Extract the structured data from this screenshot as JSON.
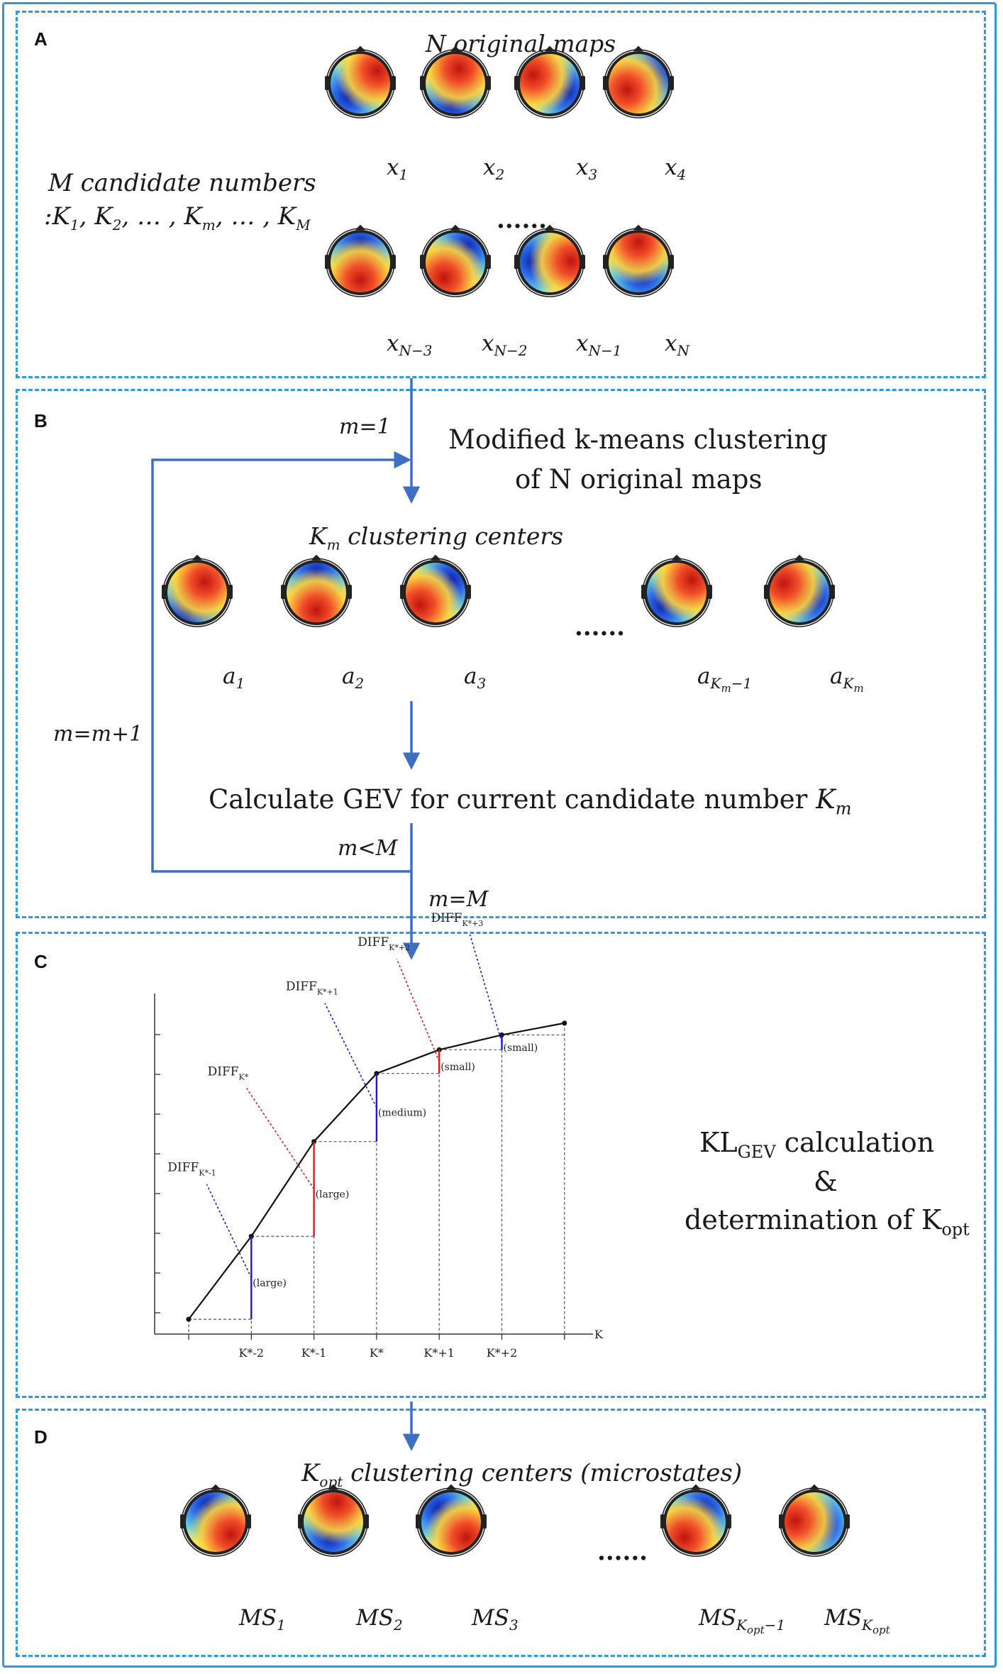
{
  "panels": {
    "a": {
      "label": "A",
      "title": "N original maps",
      "candidates_line1": "M candidate numbers",
      "candidates_line2": ":K",
      "cand_subs": [
        "1",
        "2",
        "m",
        "M"
      ],
      "ellipsis": "......",
      "top_maps": [
        {
          "base": "x",
          "sub": "1"
        },
        {
          "base": "x",
          "sub": "2"
        },
        {
          "base": "x",
          "sub": "3"
        },
        {
          "base": "x",
          "sub": "4"
        }
      ],
      "bottom_maps": [
        {
          "base": "x",
          "sub": "N−3"
        },
        {
          "base": "x",
          "sub": "N−2"
        },
        {
          "base": "x",
          "sub": "N−1"
        },
        {
          "base": "x",
          "sub": "N"
        }
      ]
    },
    "b": {
      "label": "B",
      "init": "m=1",
      "clustering_line1": "Modified k-means clustering",
      "clustering_line2": "of N original maps",
      "centers_base": "K",
      "centers_sub": "m",
      "centers_rest": " clustering centers",
      "ellipsis": "......",
      "maps": [
        {
          "base": "a",
          "sub": "1"
        },
        {
          "base": "a",
          "sub": "2"
        },
        {
          "base": "a",
          "sub": "3"
        },
        {
          "base": "a",
          "sub": "K",
          "subsub": "m",
          "tail": "−1"
        },
        {
          "base": "a",
          "sub": "K",
          "subsub": "m",
          "tail": ""
        }
      ],
      "loop_label": "m=m+1",
      "gev_text": "Calculate GEV for current candidate number ",
      "gev_base": "K",
      "gev_sub": "m",
      "cond_less": "m<M",
      "cond_equal": "m=M"
    },
    "c": {
      "label": "C",
      "kl_base": "KL",
      "kl_sub": "GEV",
      "kl_rest": " calculation",
      "amp": "&",
      "det_text": "determination of K",
      "det_sub": "opt"
    },
    "d": {
      "label": "D",
      "title_base": "K",
      "title_sub": "opt",
      "title_rest": " clustering centers (microstates)",
      "ellipsis": "......",
      "maps": [
        {
          "base": "MS",
          "sub": "1"
        },
        {
          "base": "MS",
          "sub": "2"
        },
        {
          "base": "MS",
          "sub": "3"
        },
        {
          "base": "MS",
          "sub": "K",
          "subsub": "opt",
          "tail": "−1"
        },
        {
          "base": "MS",
          "sub": "K",
          "subsub": "opt",
          "tail": ""
        }
      ]
    }
  },
  "chart_data": {
    "type": "line",
    "xlabel": "K",
    "x_tick_labels": [
      "K*-2",
      "K*-1",
      "K*",
      "K*+1",
      "K*+2"
    ],
    "x": [
      0,
      1,
      2,
      3,
      4,
      5,
      6
    ],
    "y": [
      0.5,
      3.3,
      6.5,
      8.8,
      9.6,
      10.1,
      10.5
    ],
    "ylim": [
      0,
      11.5
    ],
    "diff_labels": [
      {
        "base": "DIFF",
        "sup": "K*-1",
        "size": "(large)",
        "color": "#1a1ad6"
      },
      {
        "base": "DIFF",
        "sup": "K*",
        "size": "(large)",
        "color": "#e01818"
      },
      {
        "base": "DIFF",
        "sup": "K*+1",
        "size": "(medium)",
        "color": "#1a1ad6"
      },
      {
        "base": "DIFF",
        "sup": "K*+2",
        "size": "(small)",
        "color": "#e01818"
      },
      {
        "base": "DIFF",
        "sup": "K*+3",
        "size": "(small)",
        "color": "#1a1ad6"
      }
    ]
  },
  "colors": {
    "panel_border": "#2e9ad8",
    "arrow": "#3d6fc4",
    "red": "#e01818",
    "blue": "#1a1ad6"
  }
}
